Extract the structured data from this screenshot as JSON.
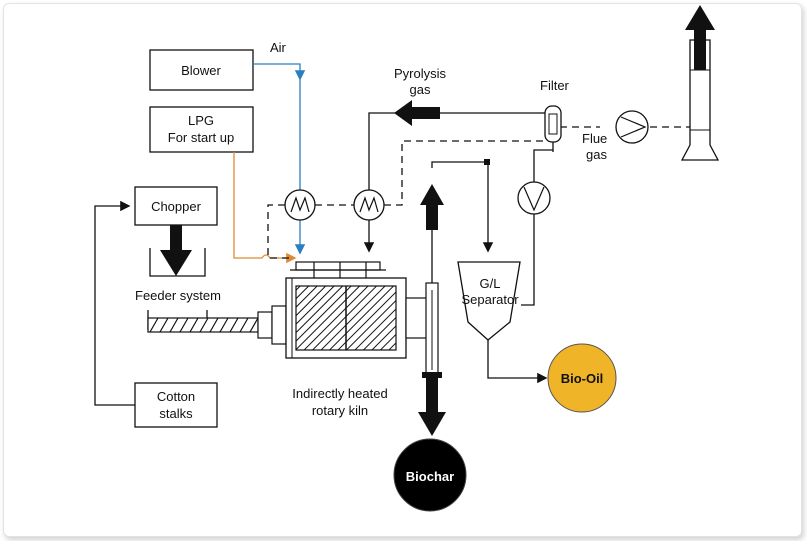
{
  "labels": {
    "blower": "Blower",
    "air": "Air",
    "lpg_line1": "LPG",
    "lpg_line2": "For start up",
    "chopper": "Chopper",
    "feeder_system": "Feeder system",
    "cotton_line1": "Cotton",
    "cotton_line2": "stalks",
    "pyrolysis_line1": "Pyrolysis",
    "pyrolysis_line2": "gas",
    "filter": "Filter",
    "flue_line1": "Flue",
    "flue_line2": "gas",
    "separator_line1": "G/L",
    "separator_line2": "Separator",
    "kiln_line1": "Indirectly heated",
    "kiln_line2": "rotary kiln",
    "bio_oil": "Bio-Oil",
    "biochar": "Biochar"
  },
  "colors": {
    "air_line": "#2a7fc1",
    "lpg_line": "#e08a33",
    "bio_oil_fill": "#f0b429",
    "biochar_fill": "#000000",
    "line": "#111111"
  }
}
